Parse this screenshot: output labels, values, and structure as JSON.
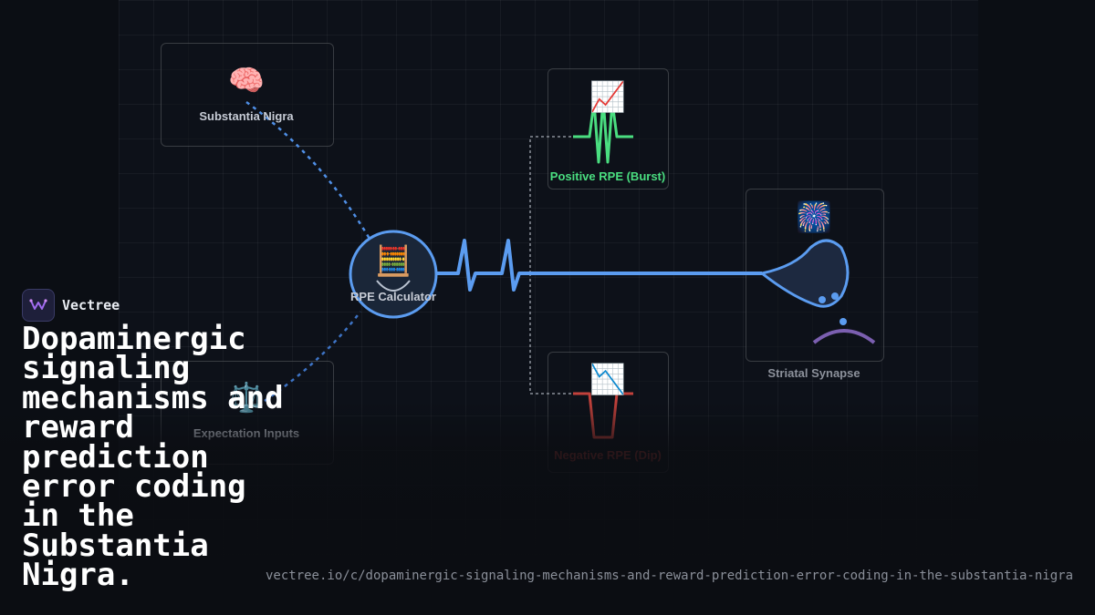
{
  "brand": {
    "name": "Vectree",
    "logo_icon": "waveform-logo-icon"
  },
  "headline": "Dopaminergic signaling mechanisms and reward prediction error coding in the Substantia Nigra.",
  "url": "vectree.io/c/dopaminergic-signaling-mechanisms-and-reward-prediction-error-coding-in-the-substantia-nigra",
  "nodes": {
    "substantia_nigra": {
      "label": "Substantia Nigra",
      "emoji": "🧠",
      "icon": "brain-icon"
    },
    "expectation_inputs": {
      "label": "Expectation Inputs",
      "emoji": "⚖️",
      "icon": "scales-icon"
    },
    "rpe_calculator": {
      "label": "RPE Calculator",
      "emoji": "🧮",
      "icon": "abacus-icon"
    },
    "positive_rpe": {
      "label": "Positive RPE (Burst)",
      "emoji": "📈",
      "icon": "chart-increasing-icon"
    },
    "negative_rpe": {
      "label": "Negative RPE (Dip)",
      "emoji": "📉",
      "icon": "chart-decreasing-icon"
    },
    "striatal_synapse": {
      "label": "Striatal Synapse",
      "emoji": "🎆",
      "icon": "fireworks-icon"
    }
  },
  "colors": {
    "accent_blue": "#5b9cf0",
    "positive_green": "#4ade80",
    "negative_red": "#c2413b",
    "receptor_purple": "#7b5fb0",
    "background": "#0b0e14"
  }
}
